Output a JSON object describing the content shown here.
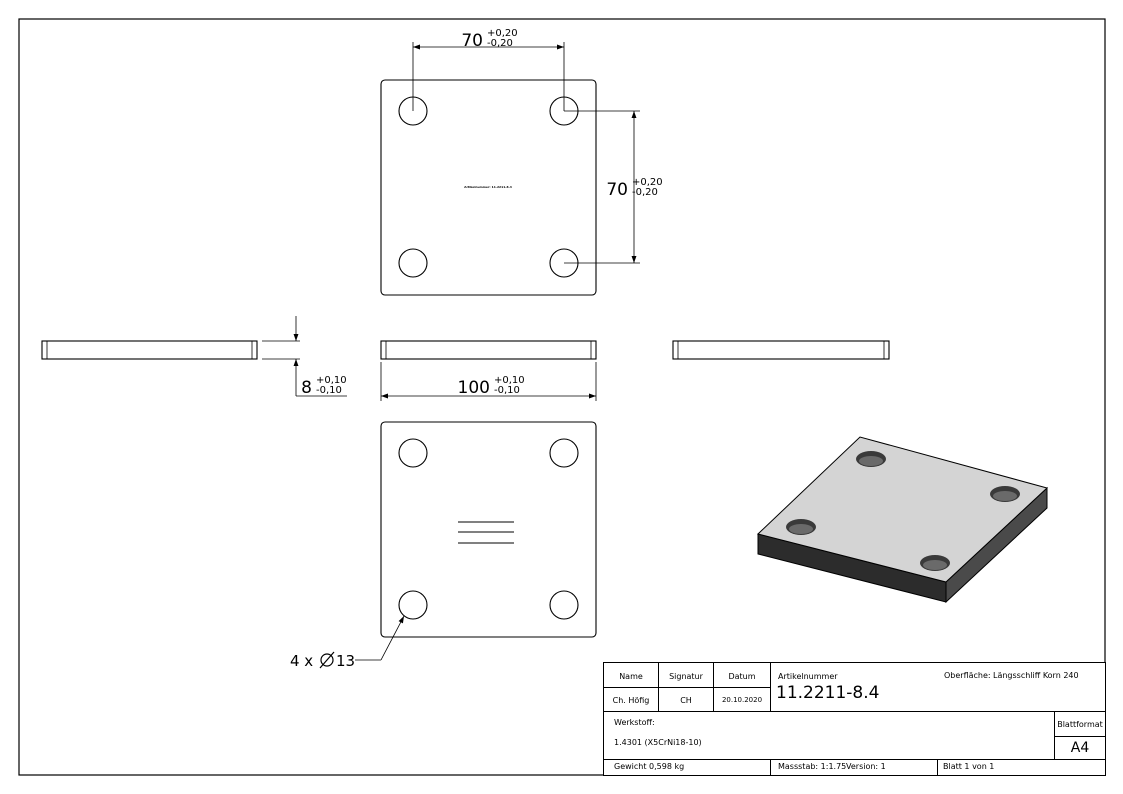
{
  "dimensions": {
    "top_width": {
      "nominal": "70",
      "upper": "+0,20",
      "lower": "-0,20"
    },
    "right_height": {
      "nominal": "70",
      "upper": "+0,20",
      "lower": "-0,20"
    },
    "thickness": {
      "nominal": "8",
      "upper": "+0,10",
      "lower": "-0,10"
    },
    "overall_width": {
      "nominal": "100",
      "upper": "+0,10",
      "lower": "-0,10"
    },
    "holes": {
      "count": "4 x",
      "diameter": "13"
    }
  },
  "engraving_text": "Artikelnummer: 11.2211-8.4",
  "title_block": {
    "name_header": "Name",
    "signature_header": "Signatur",
    "date_header": "Datum",
    "article_label": "Artikelnummer",
    "surface_label": "Oberfläche:",
    "surface_value": "Längsschliff Korn 240",
    "name_value": "Ch. Höfig",
    "signature_value": "CH",
    "date_value": "20.10.2020",
    "article_number": "11.2211-8.4",
    "material_label": "Werkstoff:",
    "material_value": "1.4301 (X5CrNi18-10)",
    "sheet_format_label": "Blattformat",
    "sheet_format_value": "A4",
    "weight": "Gewicht 0,598 kg",
    "scale": "Massstab: 1:1.75",
    "version": "Version: 1",
    "sheet": "Blatt 1 von 1"
  }
}
